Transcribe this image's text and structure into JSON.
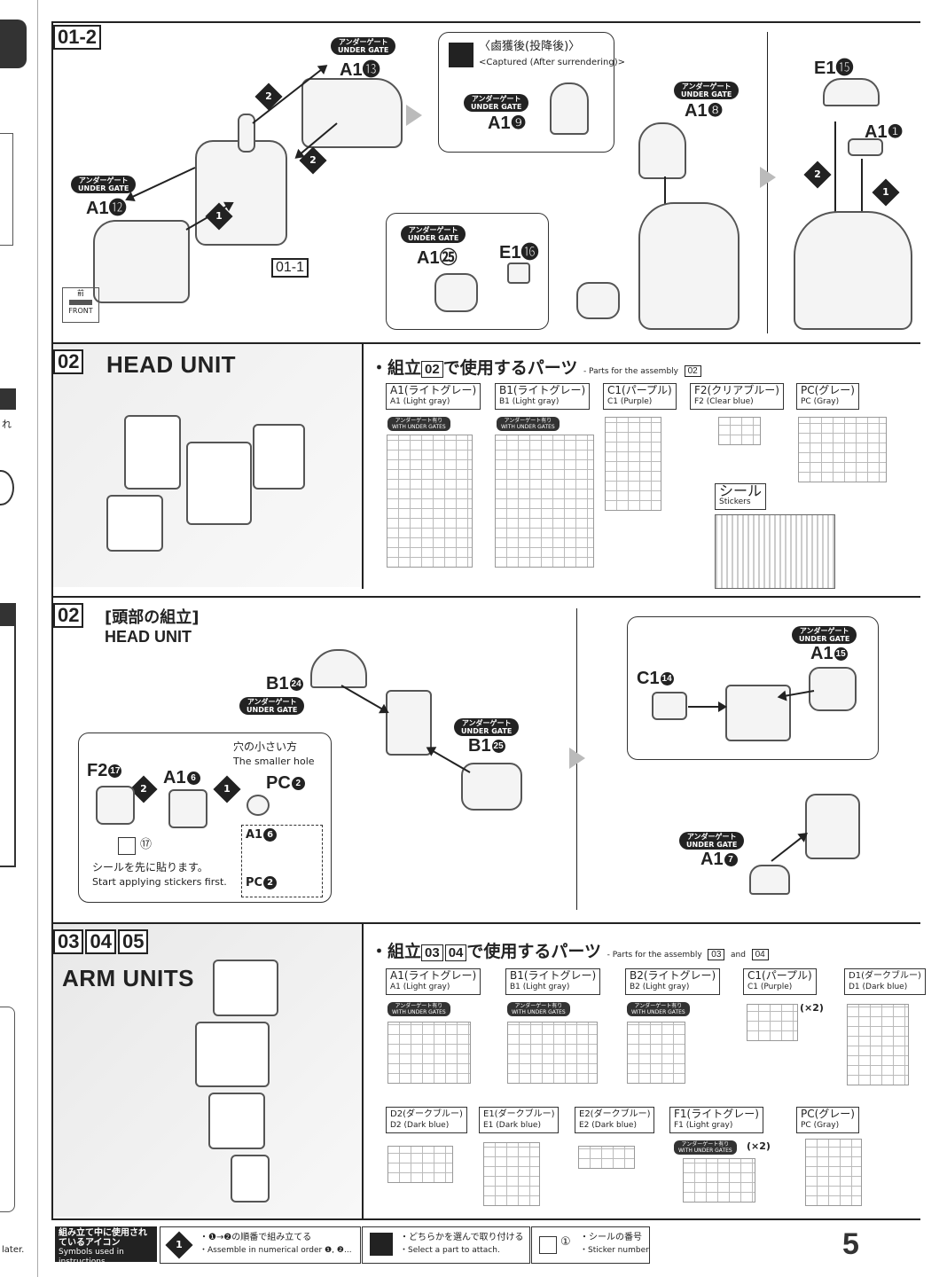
{
  "page_number": "5",
  "gate_label_jp": "アンダーゲート",
  "gate_label_en": "UNDER GATE",
  "gate_badge_jp": "アンダーゲート有り",
  "gate_badge_en": "WITH UNDER GATES",
  "front": {
    "jp": "前",
    "en": "FRONT"
  },
  "step0102": {
    "id": "01-2",
    "ref": "01-1",
    "captured_jp": "〈鹵獲後(投降後)〉",
    "captured_en": "<Captured (After surrendering)>",
    "parts": [
      "A1",
      "A1",
      "A1",
      "A1",
      "A1",
      "A1",
      "E1",
      "E1"
    ],
    "part_nums": [
      "⓭",
      "⓬",
      "❾",
      "❽",
      "㉕",
      "⓰",
      "⓯",
      "❶"
    ]
  },
  "step02_parts": {
    "id": "02",
    "title": "HEAD UNIT",
    "heading_jp": "・組立",
    "heading_mid": "で使用するパーツ",
    "heading_en": "- Parts for the assembly",
    "runners": [
      {
        "jp": "A1(ライトグレー)",
        "en": "A1 (Light gray)"
      },
      {
        "jp": "B1(ライトグレー)",
        "en": "B1 (Light gray)"
      },
      {
        "jp": "C1(パープル)",
        "en": "C1 (Purple)"
      },
      {
        "jp": "F2(クリアブルー)",
        "en": "F2 (Clear blue)"
      },
      {
        "jp": "PC(グレー)",
        "en": "PC (Gray)"
      }
    ],
    "sticker_jp": "シール",
    "sticker_en": "Stickers"
  },
  "step02_assembly": {
    "id": "02",
    "title_jp": "[頭部の組立]",
    "title_en": "HEAD UNIT",
    "smaller_hole_jp": "穴の小さい方",
    "smaller_hole_en": "The smaller hole",
    "sticker_first_jp": "シールを先に貼ります。",
    "sticker_first_en": "Start applying stickers first.",
    "sticker_num": "⑰"
  },
  "step03": {
    "ids": [
      "03",
      "04",
      "05"
    ],
    "title": "ARM UNITS",
    "heading_en": "- Parts for the assembly",
    "and": "and",
    "runners": [
      {
        "jp": "A1(ライトグレー)",
        "en": "A1 (Light gray)"
      },
      {
        "jp": "B1(ライトグレー)",
        "en": "B1 (Light gray)"
      },
      {
        "jp": "B2(ライトグレー)",
        "en": "B2 (Light gray)"
      },
      {
        "jp": "C1(パープル)",
        "en": "C1 (Purple)"
      },
      {
        "jp": "D1(ダークブルー)",
        "en": "D1 (Dark blue)"
      },
      {
        "jp": "D2(ダークブルー)",
        "en": "D2 (Dark blue)"
      },
      {
        "jp": "E1(ダークブルー)",
        "en": "E1 (Dark blue)"
      },
      {
        "jp": "E2(ダークブルー)",
        "en": "E2 (Dark blue)"
      },
      {
        "jp": "F1(ライトグレー)",
        "en": "F1 (Light gray)"
      },
      {
        "jp": "PC(グレー)",
        "en": "PC (Gray)"
      }
    ],
    "x2": "(×2)"
  },
  "legend": {
    "title_jp": "組み立て中に使用されているアイコン",
    "title_en": "Symbols used in instructions",
    "order_jp": "・❶→❷の順番で組み立てる",
    "order_en": "・Assemble in numerical order ❶, ❷...",
    "select_jp": "・どちらかを選んで取り付ける",
    "select_en": "・Select a part to attach.",
    "sticker_jp": "・シールの番号",
    "sticker_en": "・Sticker number",
    "sticker_sample": "①"
  },
  "left_margin_text": [
    "れ",
    "later."
  ]
}
